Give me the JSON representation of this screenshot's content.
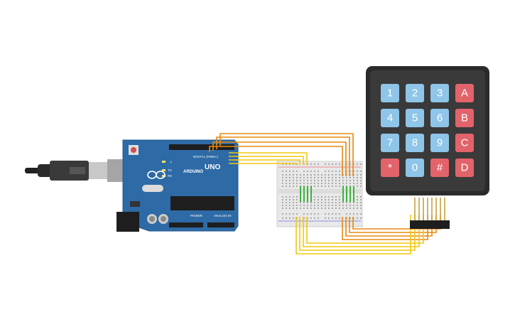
{
  "arduino": {
    "brand": "ARDUINO",
    "model": "UNO",
    "digital_label": "DIGITAL (PWM~)",
    "power_label": "POWER",
    "analog_label": "ANALOG IN",
    "pin_l": "L",
    "pin_tx": "TX",
    "pin_rx": "RX"
  },
  "keypad": {
    "keys": [
      {
        "label": "1",
        "color": "#8ec5e8"
      },
      {
        "label": "2",
        "color": "#8ec5e8"
      },
      {
        "label": "3",
        "color": "#8ec5e8"
      },
      {
        "label": "A",
        "color": "#e2636a"
      },
      {
        "label": "4",
        "color": "#8ec5e8"
      },
      {
        "label": "5",
        "color": "#8ec5e8"
      },
      {
        "label": "6",
        "color": "#8ec5e8"
      },
      {
        "label": "B",
        "color": "#e2636a"
      },
      {
        "label": "7",
        "color": "#8ec5e8"
      },
      {
        "label": "8",
        "color": "#8ec5e8"
      },
      {
        "label": "9",
        "color": "#8ec5e8"
      },
      {
        "label": "C",
        "color": "#e2636a"
      },
      {
        "label": "*",
        "color": "#e2636a"
      },
      {
        "label": "0",
        "color": "#8ec5e8"
      },
      {
        "label": "#",
        "color": "#e2636a"
      },
      {
        "label": "D",
        "color": "#e2636a"
      }
    ]
  },
  "colors": {
    "board": "#2d6aa6",
    "keypad_frame": "#2b2b2b",
    "wire_orange": "#e8880f",
    "wire_yellow": "#f2c80f",
    "breadboard": "#e8e8e8",
    "breadboard_green": "#3cb43c"
  },
  "icons": {
    "usb": "usb-cable-icon",
    "logo": "arduino-infinity-logo-icon"
  }
}
